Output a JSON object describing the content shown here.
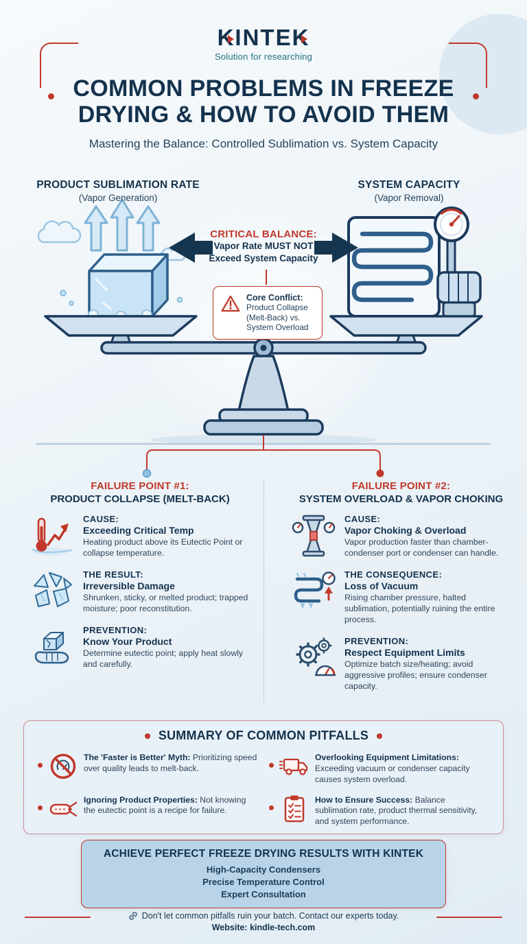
{
  "header": {
    "logo_text": "KINTEK",
    "tagline": "Solution for researching"
  },
  "title": {
    "line1": "COMMON PROBLEMS IN FREEZE",
    "line2": "DRYING & HOW TO AVOID THEM",
    "subtitle": "Mastering the Balance: Controlled Sublimation vs. System Capacity"
  },
  "balance": {
    "left_label": "PRODUCT SUBLIMATION RATE",
    "left_sublabel": "(Vapor Generation)",
    "right_label": "SYSTEM CAPACITY",
    "right_sublabel": "(Vapor Removal)",
    "critical_title": "CRITICAL BALANCE:",
    "critical_line1": "Vapor Rate MUST NOT",
    "critical_line2": "Exceed System Capacity",
    "core_conflict": {
      "icon": "warning-triangle-icon",
      "title": "Core Conflict:",
      "line1": "Product Collapse",
      "line2": "(Melt-Back) vs.",
      "line3": "System Overload"
    }
  },
  "failure_points": [
    {
      "title": "FAILURE POINT #1:",
      "subtitle": "PRODUCT COLLAPSE (MELT-BACK)",
      "items": [
        {
          "icon": "thermometer-rise-icon",
          "label": "CAUSE:",
          "heading": "Exceeding Critical Temp",
          "text": "Heating product above its Eutectic Point or collapse temperature."
        },
        {
          "icon": "shattered-ice-icon",
          "label": "THE RESULT:",
          "heading": "Irreversible Damage",
          "text": "Shrunken, sticky, or melted product; trapped moisture; poor reconstitution."
        },
        {
          "icon": "hand-holding-product-icon",
          "label": "PREVENTION:",
          "heading": "Know Your Product",
          "text": "Determine eutectic point; apply heat slowly and carefully."
        }
      ]
    },
    {
      "title": "FAILURE POINT #2:",
      "subtitle": "SYSTEM OVERLOAD & VAPOR CHOKING",
      "items": [
        {
          "icon": "choked-pipe-icon",
          "label": "CAUSE:",
          "heading": "Vapor Choking & Overload",
          "text": "Vapor production faster than chamber-condenser port or condenser can handle."
        },
        {
          "icon": "frozen-coil-gauge-icon",
          "label": "THE CONSEQUENCE:",
          "heading": "Loss of Vacuum",
          "text": "Rising chamber pressure, halted sublimation, potentially ruining the entire process."
        },
        {
          "icon": "gears-limit-icon",
          "label": "PREVENTION:",
          "heading": "Respect Equipment Limits",
          "text": "Optimize batch size/heating; avoid aggressive profiles; ensure condenser capacity."
        }
      ]
    }
  ],
  "summary": {
    "title": "SUMMARY OF COMMON PITFALLS",
    "items": [
      {
        "icon": "no-speed-icon",
        "heading": "The 'Faster is Better' Myth:",
        "text": "Prioritizing speed over quality leads to melt-back."
      },
      {
        "icon": "overloaded-truck-icon",
        "heading": "Overlooking Equipment Limitations:",
        "text": "Exceeding vacuum or condenser capacity causes system overload."
      },
      {
        "icon": "blindfold-icon",
        "heading": "Ignoring Product Properties:",
        "text": "Not knowing the eutectic point is a recipe for failure."
      },
      {
        "icon": "success-checklist-icon",
        "heading": "How to Ensure Success:",
        "text": "Balance sublimation rate, product thermal sensitivity, and system performance."
      }
    ]
  },
  "cta": {
    "title": "ACHIEVE PERFECT FREEZE DRYING RESULTS WITH KINTEK",
    "lines": [
      "High-Capacity Condensers",
      "Precise Temperature Control",
      "Expert Consultation"
    ]
  },
  "footer": {
    "icon": "link-icon",
    "message": "Don't let common pitfalls ruin your batch. Contact our experts today.",
    "website_label": "Website:",
    "website_value": "kindle-tech.com"
  },
  "colors": {
    "navy": "#14324d",
    "red": "#c0392b",
    "ice_blue": "#c9e4f6",
    "teal": "#1f7180"
  }
}
